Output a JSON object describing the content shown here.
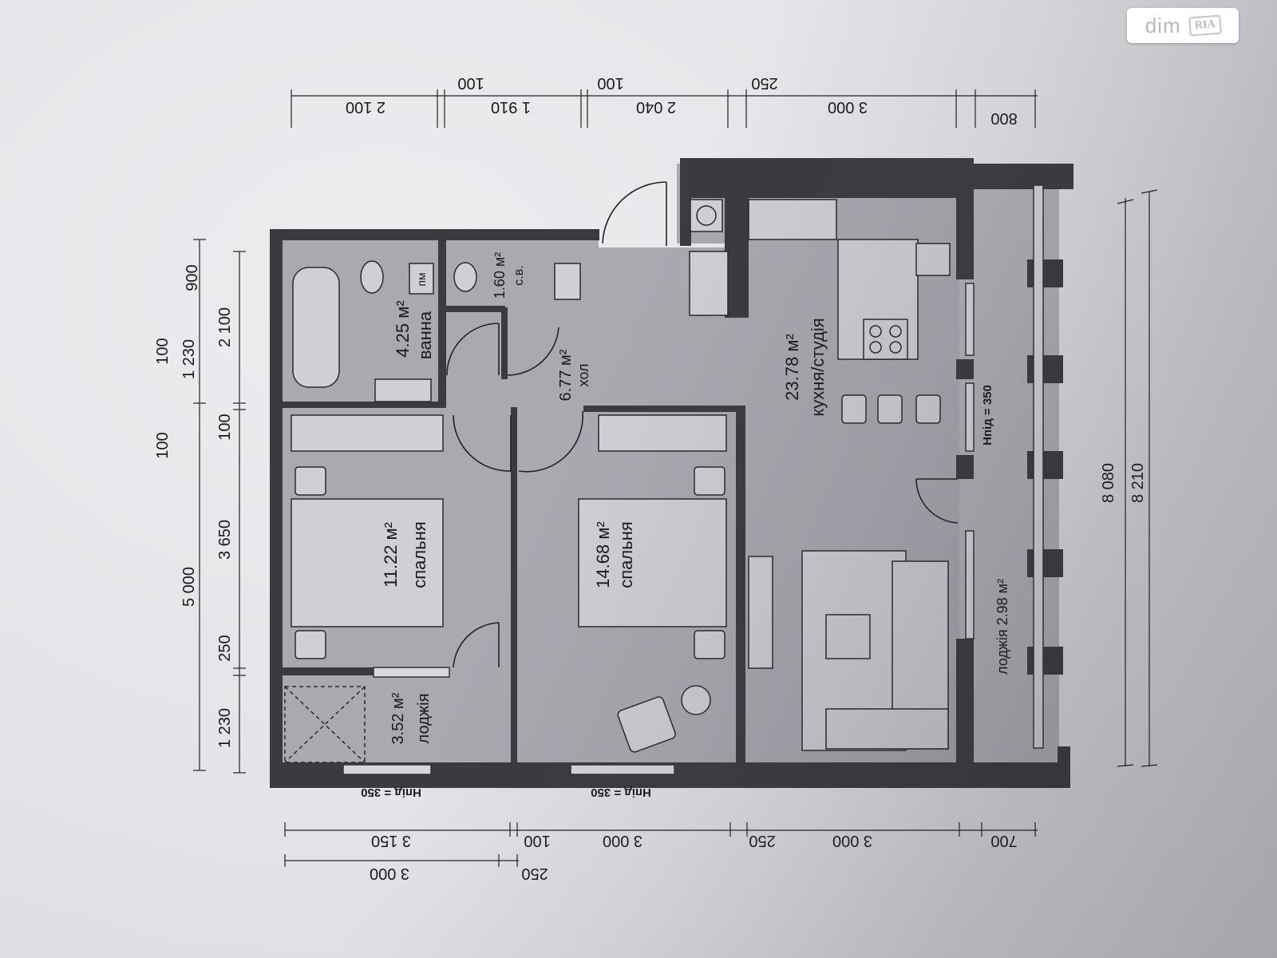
{
  "watermark": {
    "brand": "dim",
    "badge": "RIA"
  },
  "rooms": {
    "bathroom": {
      "area": "4.25 м²",
      "name": "ванна"
    },
    "wc": {
      "area": "1.60 м²",
      "name": "с.в."
    },
    "pm": "пм",
    "hall": {
      "area": "6.77 м²",
      "name": "хол"
    },
    "kitchen": {
      "area": "23.78 м²",
      "name": "кухня/студія"
    },
    "bedroom1": {
      "area": "11.22 м²",
      "name": "спальня"
    },
    "bedroom2": {
      "area": "14.68 м²",
      "name": "спальня"
    },
    "loggia_small": {
      "area": "3.52 м²",
      "name": "лоджія"
    },
    "loggia_big": {
      "label": "лоджія 2.98 м²"
    }
  },
  "notes": {
    "sill_right": "Нпід = 350",
    "sill_bottom_left": "Нпід = 350",
    "sill_bottom_mid": "Нпід = 350"
  },
  "dims": {
    "top": [
      "2 100",
      "1 910",
      "2 040",
      "3 000",
      "800"
    ],
    "top_small": [
      "100",
      "100",
      "250"
    ],
    "left_outer": [
      "100",
      "5 000"
    ],
    "left_mid": [
      "100",
      "1 230"
    ],
    "left_inner": [
      "900",
      "2 100",
      "100",
      "3 650",
      "250",
      "1 230"
    ],
    "right": [
      "8 080",
      "8 210"
    ],
    "bottom1": [
      "3 150",
      "100",
      "3 000",
      "250",
      "3 000",
      "700"
    ],
    "bottom2": [
      "3 000",
      "250"
    ]
  }
}
